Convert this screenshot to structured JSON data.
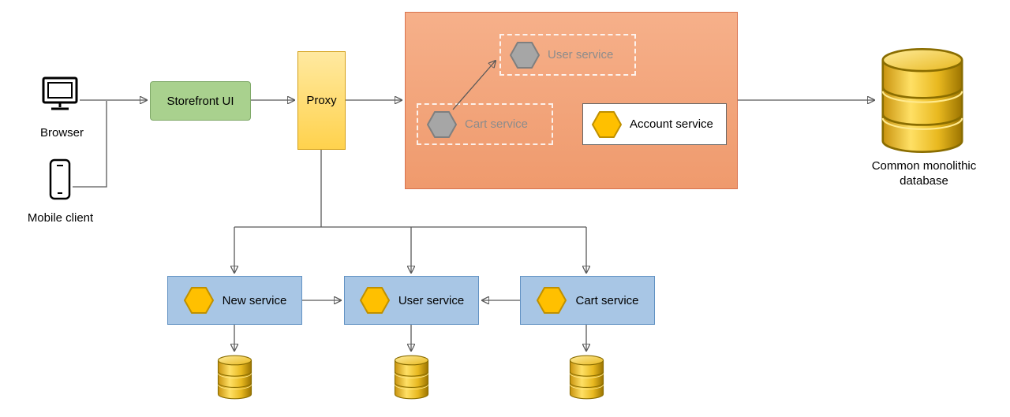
{
  "clients": {
    "browser": "Browser",
    "mobile": "Mobile client"
  },
  "storefront": {
    "label": "Storefront UI"
  },
  "proxy": {
    "label": "Proxy"
  },
  "monolith": {
    "legacy_user": {
      "label": "User service"
    },
    "legacy_cart": {
      "label": "Cart service"
    },
    "account": {
      "label": "Account service"
    }
  },
  "database": {
    "label": "Common monolithic database"
  },
  "services": [
    {
      "label": "New service"
    },
    {
      "label": "User service"
    },
    {
      "label": "Cart service"
    }
  ],
  "colors": {
    "storefront_fill": "#a9d18e",
    "proxy_fill": "#ffd966",
    "monolith_fill": "#f4a57c",
    "service_box_fill": "#a8c6e5",
    "hexagon_yellow": "#ffc000",
    "hexagon_gray": "#a6a6a6",
    "database_gold": "#e6b422",
    "connector_gray": "#595959"
  }
}
